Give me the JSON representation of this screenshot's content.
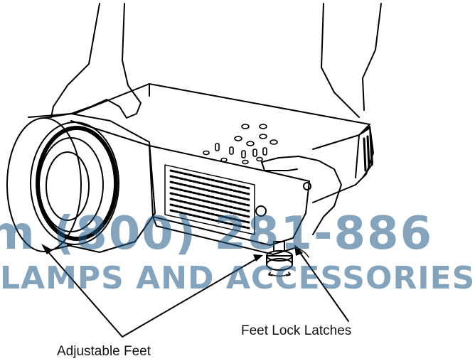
{
  "watermark": {
    "phone": "m (800) 281-886",
    "tagline": "LAMPS AND ACCESSORIES"
  },
  "callouts": {
    "feet_lock_latches": "Feet Lock Latches",
    "adjustable_feet": "Adjustable Feet"
  },
  "colors": {
    "line": "#000000",
    "watermark": "#1f5a86",
    "background": "#ffffff"
  }
}
